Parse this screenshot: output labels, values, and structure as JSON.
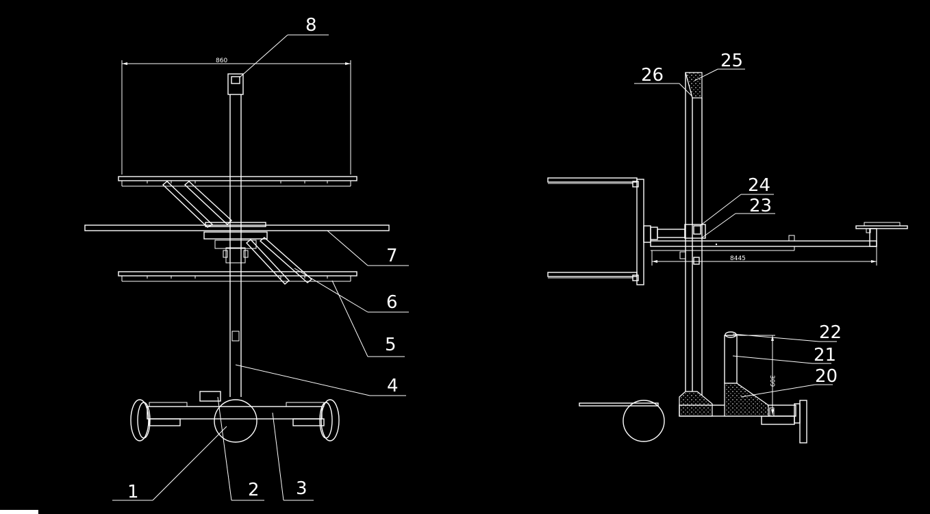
{
  "labels": {
    "l1": "1",
    "l2": "2",
    "l3": "3",
    "l4": "4",
    "l5": "5",
    "l6": "6",
    "l7": "7",
    "l8": "8",
    "l20": "20",
    "l21": "21",
    "l22": "22",
    "l23": "23",
    "l24": "24",
    "l25": "25",
    "l26": "26"
  },
  "dimensions": {
    "front_width": "860",
    "side_width": "8445",
    "side_height": "309"
  },
  "colors": {
    "background": "#000000",
    "line": "#ffffff"
  }
}
